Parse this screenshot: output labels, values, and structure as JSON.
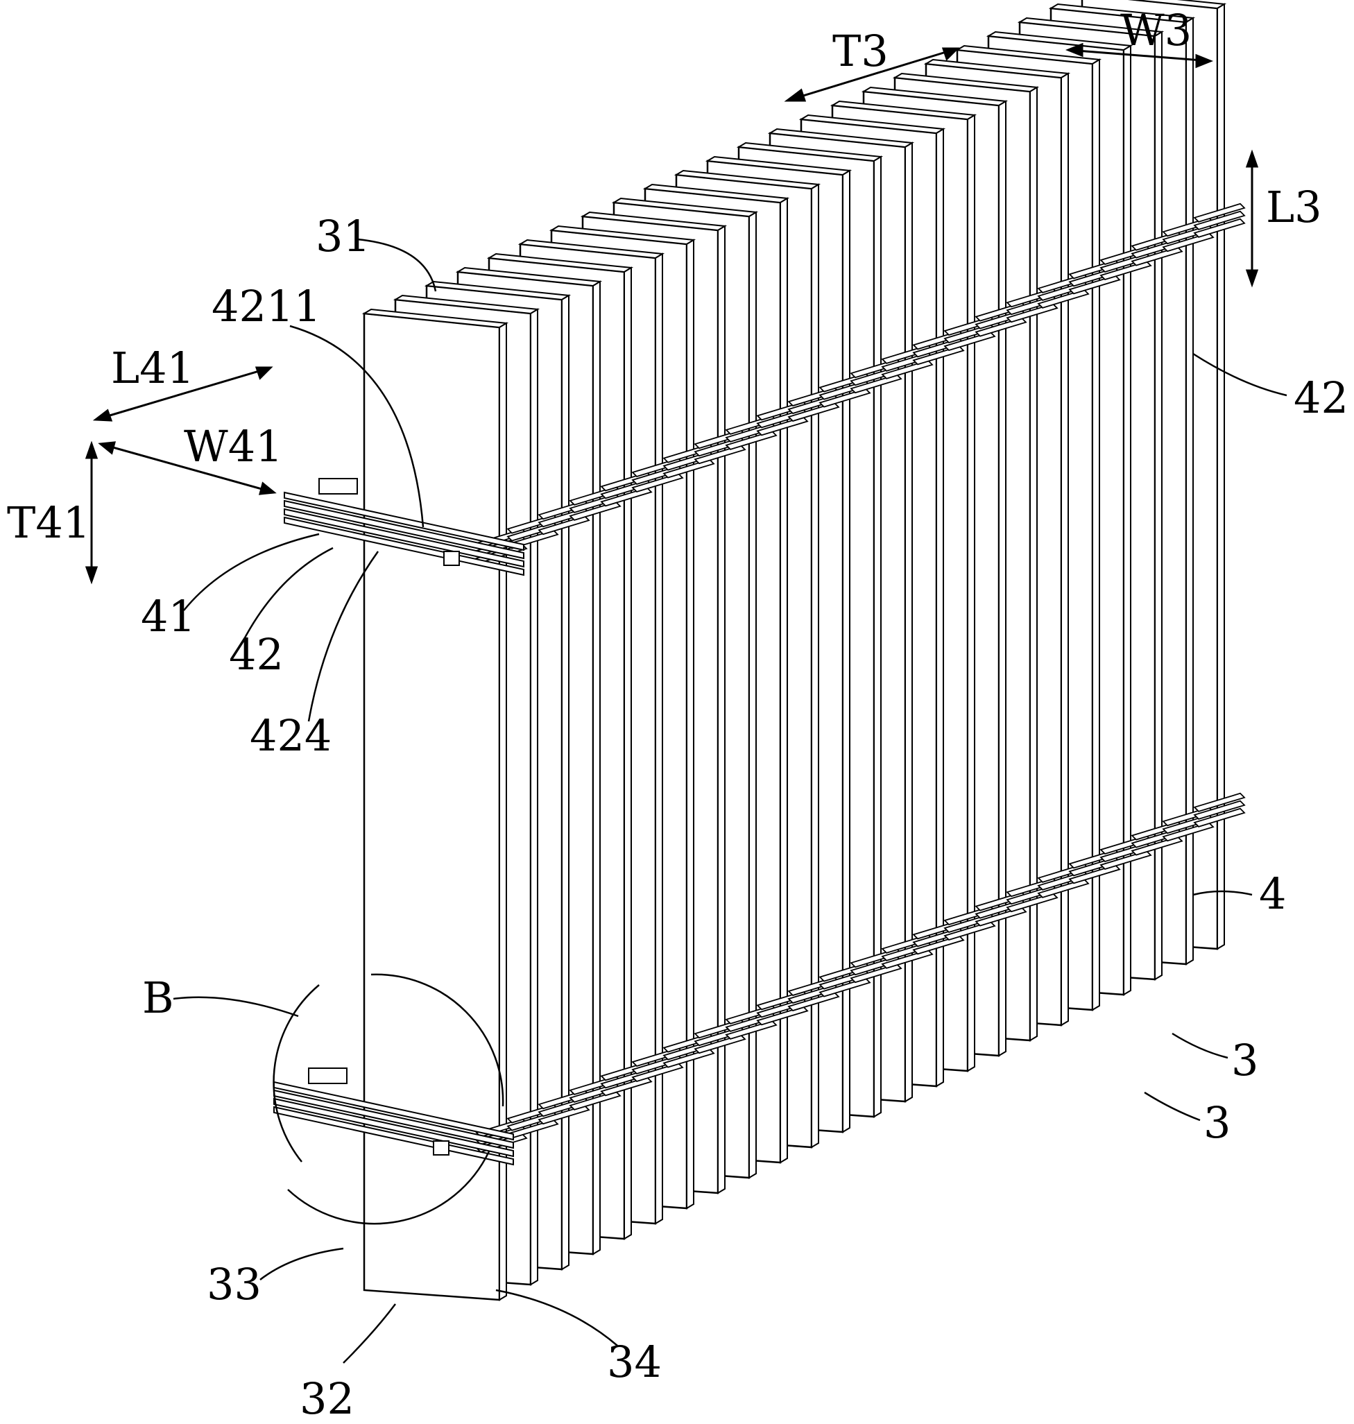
{
  "figure": {
    "type": "patent-style perspective line drawing",
    "plate_count": 24,
    "stroke_color": "#000000",
    "background": "#ffffff",
    "labels": {
      "T3": "T3",
      "W3": "W3",
      "L3": "L3",
      "L41": "L41",
      "W41": "W41",
      "T41": "T41",
      "n31": "31",
      "n4211": "4211",
      "n42_top": "42",
      "n42_left": "42",
      "n41": "41",
      "n424": "424",
      "n4": "4",
      "n3_a": "3",
      "n3_b": "3",
      "B": "B",
      "n33": "33",
      "n32": "32",
      "n34": "34"
    }
  }
}
